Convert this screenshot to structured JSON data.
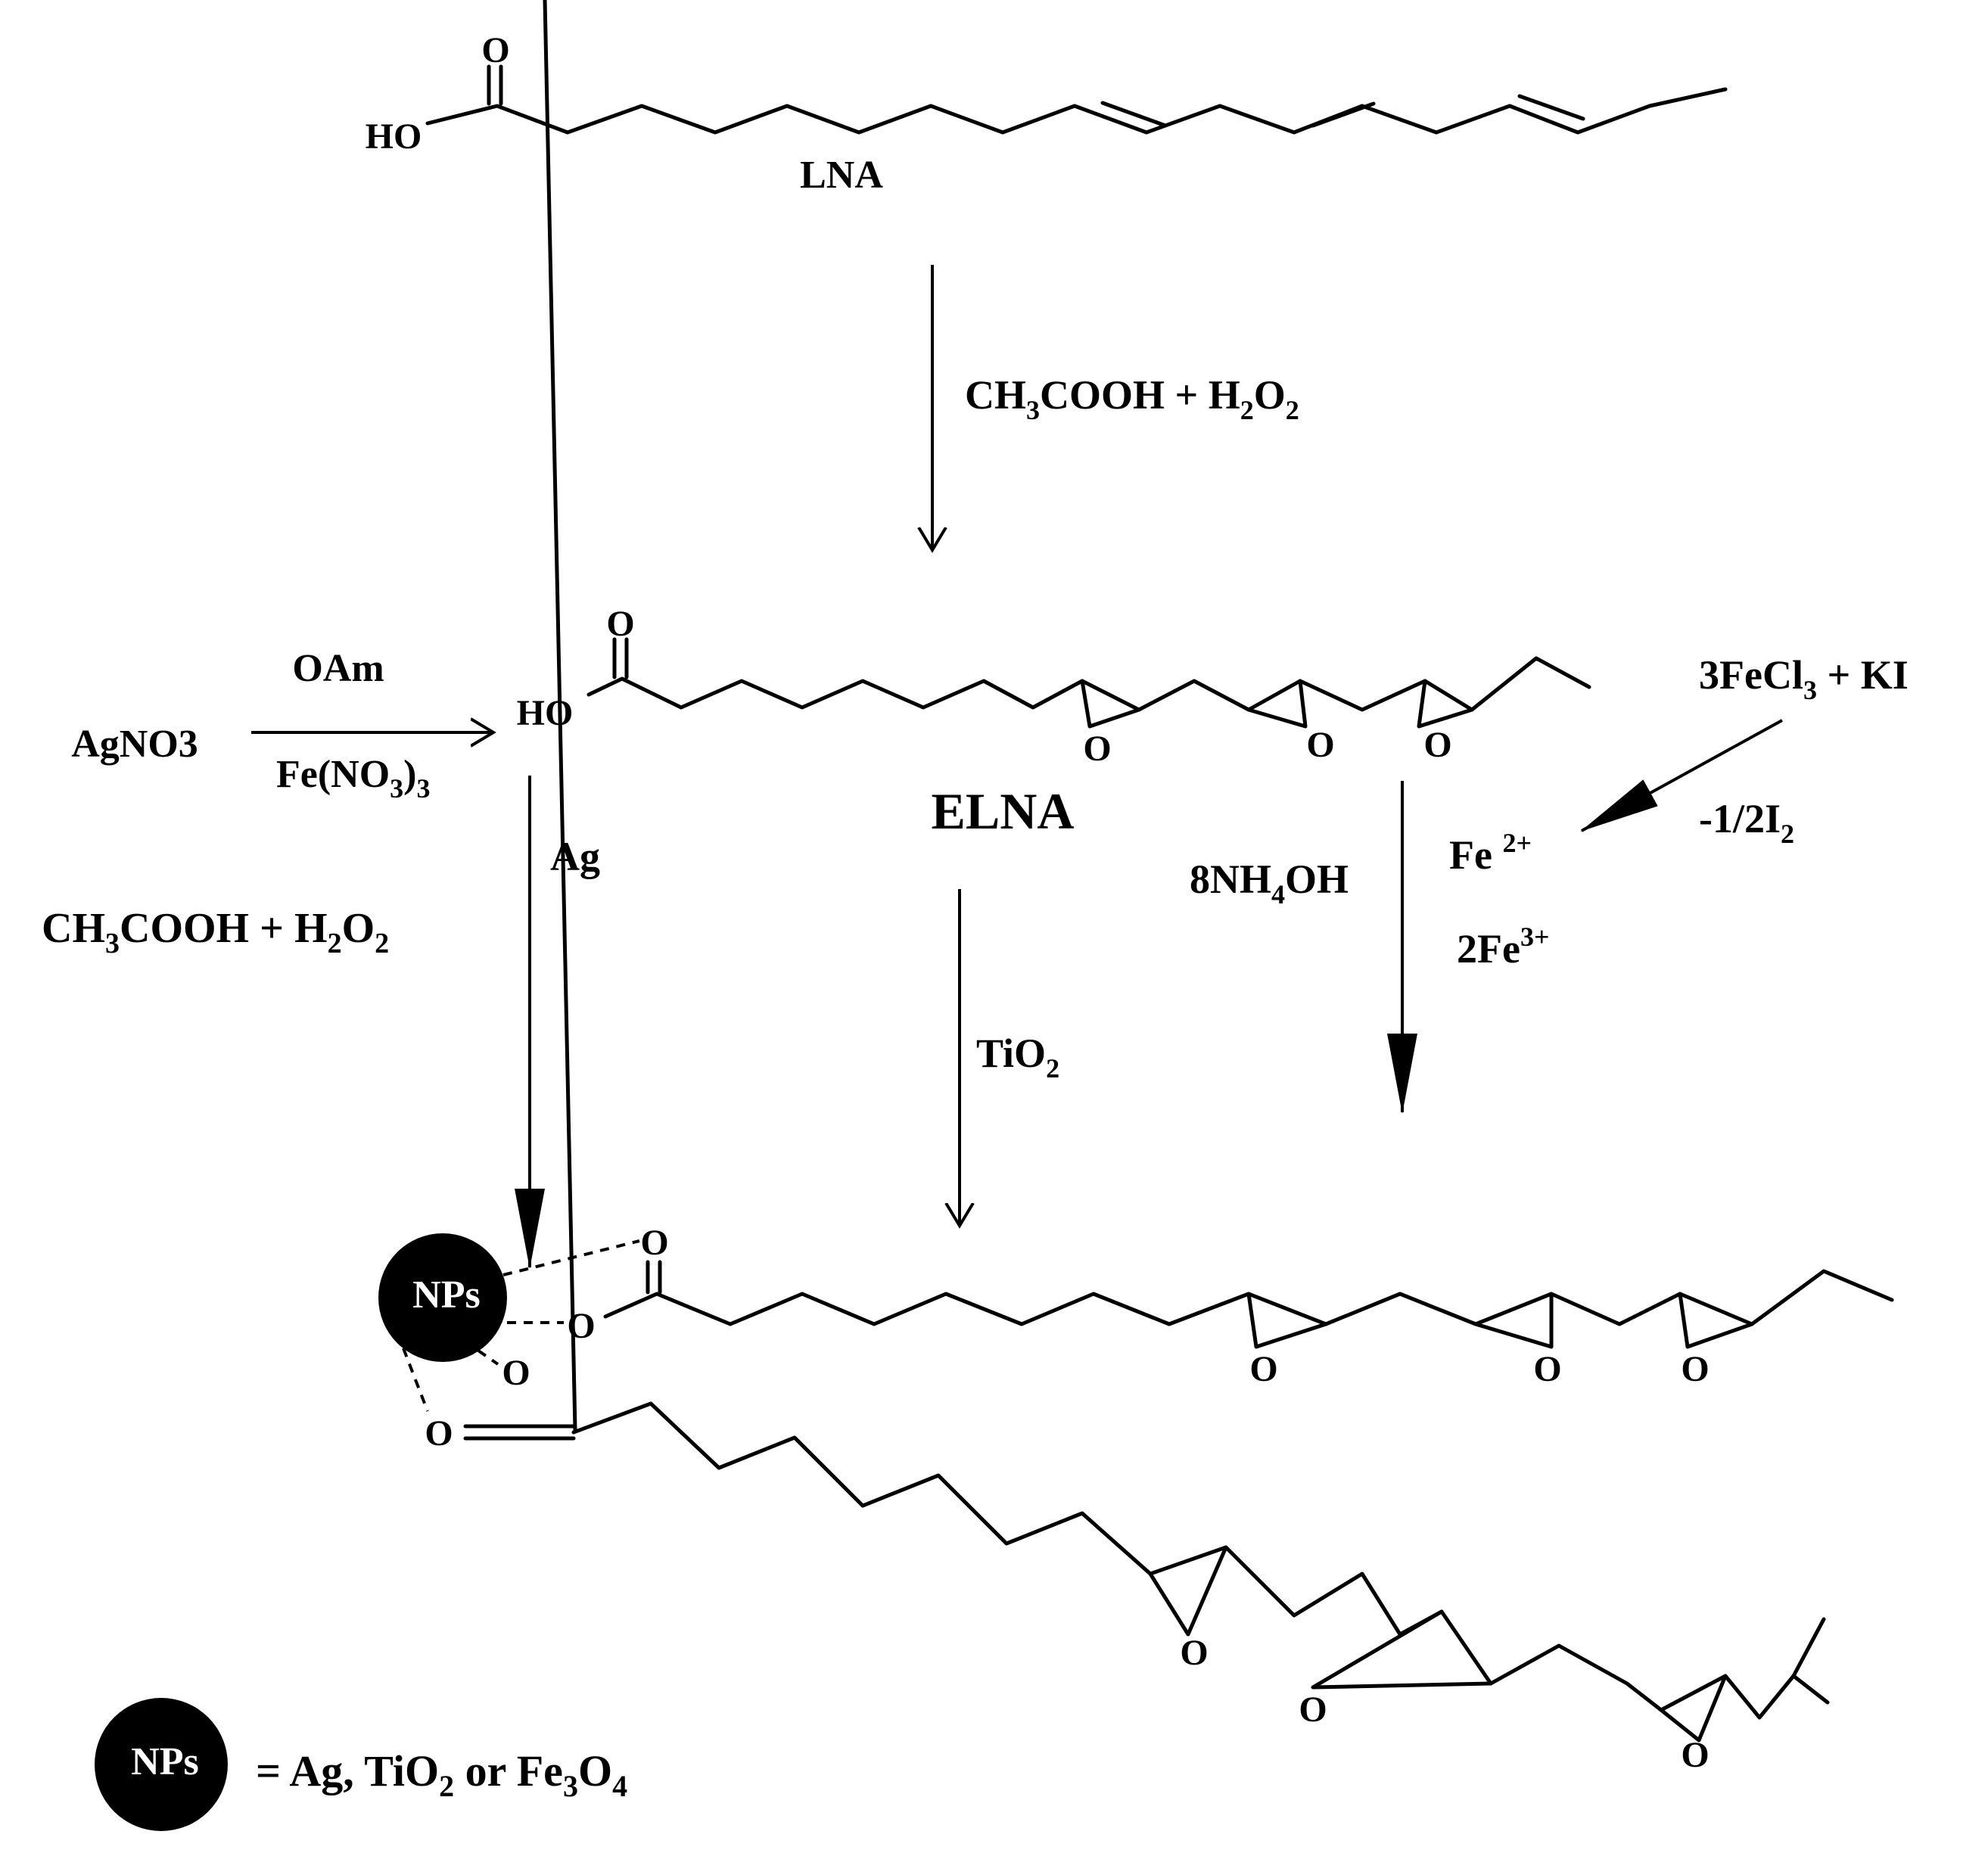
{
  "molecules": {
    "lna": {
      "label": "LNA",
      "ho": "HO",
      "o": "O"
    },
    "elna": {
      "label": "ELNA",
      "ho": "HO",
      "o": "O"
    },
    "np_complex": {
      "np": "NPs",
      "o": "O"
    }
  },
  "reagents": {
    "step1": {
      "main": "CH",
      "s1": "3",
      "mid": "COOH + H",
      "s2": "2",
      "end": "O",
      "s3": "2"
    },
    "ag_route": {
      "agno3": "AgNO3",
      "oam": "OAm",
      "fe_no3": {
        "main": "Fe(NO",
        "s1": "3",
        "mid": ")",
        "s2": "3"
      },
      "ag": "Ag",
      "peroxide": {
        "main": "CH",
        "s1": "3",
        "mid": "COOH + H",
        "s2": "2",
        "end": "O",
        "s3": "2"
      }
    },
    "ti_route": {
      "main": "TiO",
      "s1": "2"
    },
    "fe_route": {
      "fecl3_ki": {
        "main": "3FeCl",
        "s1": "3",
        "end": " + KI"
      },
      "iodine": {
        "main": "-1/2I",
        "s1": "2"
      },
      "fe2": {
        "main": "Fe ",
        "sup": "2+"
      },
      "fe3": {
        "main": "2Fe",
        "sup": "3+"
      },
      "nh4oh": {
        "main": "8NH",
        "s1": "4",
        "end": "OH"
      }
    }
  },
  "legend": {
    "np": "NPs",
    "text": {
      "main": "= Ag, TiO",
      "s1": "2",
      "mid": " or Fe",
      "s2": "3",
      "end": "O",
      "s3": "4"
    }
  }
}
